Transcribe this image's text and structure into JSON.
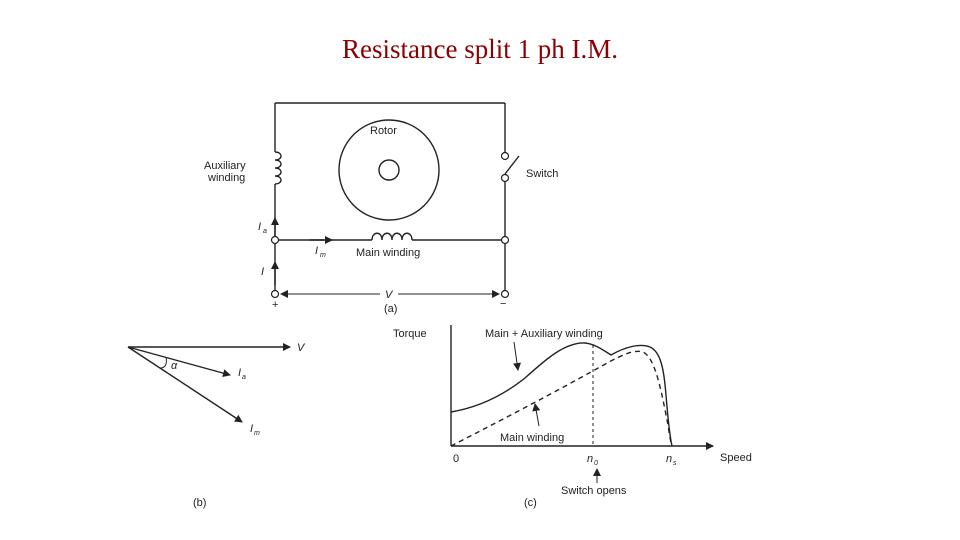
{
  "title": "Resistance split 1 ph I.M.",
  "circuit": {
    "rotor_label": "Rotor",
    "aux_label_line1": "Auxiliary",
    "aux_label_line2": "winding",
    "switch_label": "Switch",
    "main_winding_label": "Main winding",
    "ia_symbol": "I",
    "ia_sub": "a",
    "im_symbol": "I",
    "im_sub": "m",
    "i_symbol": "I",
    "v_symbol": "V",
    "plus_sign": "+",
    "minus_sign": "−",
    "caption": "(a)"
  },
  "phasor": {
    "v_label": "V",
    "alpha_label": "α",
    "ia_symbol": "I",
    "ia_sub": "a",
    "im_symbol": "I",
    "im_sub": "m",
    "caption": "(b)"
  },
  "torque_speed": {
    "y_label": "Torque",
    "x_label": "Speed",
    "origin_label": "0",
    "n0_symbol": "n",
    "n0_sub": "0",
    "ns_symbol": "n",
    "ns_sub": "s",
    "curve_combined_label": "Main + Auxiliary winding",
    "curve_main_label": "Main winding",
    "switch_opens_label": "Switch opens",
    "caption": "(c)"
  }
}
